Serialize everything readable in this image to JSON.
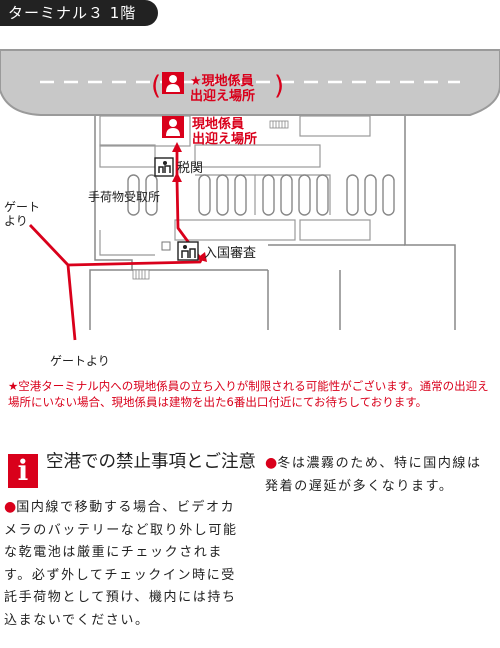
{
  "header": {
    "tab_label": "ターミナル３ 1階"
  },
  "map": {
    "labels": {
      "meet_top_line1": "★現地係員",
      "meet_top_line2": "出迎え場所",
      "meet_mid_line1": "現地係員",
      "meet_mid_line2": "出迎え場所",
      "customs": "税関",
      "baggage_claim": "手荷物受取所",
      "immigration": "入国審査",
      "gate_top_line1": "ゲート",
      "gate_top_line2": "より",
      "gate_bottom": "ゲートより"
    },
    "colors": {
      "route": "#d9001b",
      "road": "#c8c8c8",
      "road_edge": "#9a9a9a",
      "building": "#888888"
    },
    "icons": [
      "person-icon",
      "customs-icon",
      "immigration-icon",
      "elevator-icon",
      "escalator-icon"
    ]
  },
  "notice": {
    "text": "★空港ターミナル内への現地係員の立ち入りが制限される可能性がございます。通常の出迎え場所にいない場合、現地係員は建物を出た6番出口付近にてお待ちしております。"
  },
  "section": {
    "icon": "info-icon",
    "title": "空港での禁止事項とご注意",
    "left_bullet": "国内線で移動する場合、ビデオカメラのバッテリーなど取り外し可能な乾電池は厳重にチェックされます。必ず外してチェックイン時に受託手荷物として預け、機内には持ち込まないでください。",
    "right_bullet": "冬は濃霧のため、特に国内線は発着の遅延が多くなります。"
  }
}
